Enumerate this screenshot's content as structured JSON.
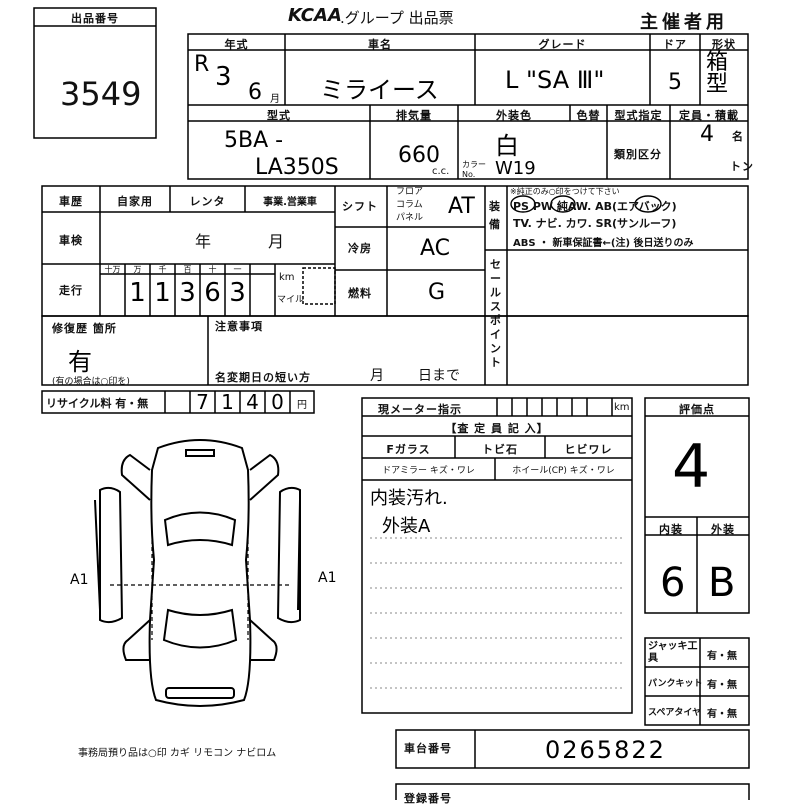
{
  "header": {
    "lot_label": "出品番号",
    "lot_number": "3549",
    "logo": "KCAA",
    "title": ".グループ 出品票",
    "organizer": "主催者用"
  },
  "vehicle": {
    "year_label": "年式",
    "year_era": "R",
    "year_value": "3",
    "month_value": "6",
    "month_unit": "月",
    "name_label": "車名",
    "name_value": "ミライース",
    "grade_label": "グレード",
    "grade_value": "L \"SA Ⅲ\"",
    "doors_label": "ドア",
    "doors_value": "5",
    "body_label": "形状",
    "body_value": "箱型",
    "model_label": "型式",
    "model_value_1": "5BA -",
    "model_value_2": "LA350S",
    "disp_label": "排気量",
    "disp_value": "660",
    "disp_unit": "c.c.",
    "color_label": "外装色",
    "color_value": "白",
    "color_no_label": "カラーNo.",
    "color_no_value": "W19",
    "repaint_label": "色替",
    "type_label": "型式指定",
    "class_label": "類別区分",
    "capacity_label": "定員・積載",
    "capacity_value": "4",
    "capacity_unit": "名",
    "ton_unit": "トン"
  },
  "history": {
    "usage_label": "車歴",
    "private": "自家用",
    "rental": "レンタ",
    "business": "事業.営業車",
    "inspection_label": "車検",
    "year_unit": "年",
    "month_unit": "月",
    "mileage_label": "走行",
    "digit_labels": [
      "十万",
      "万",
      "千",
      "百",
      "十",
      "一"
    ],
    "mileage_digits": [
      "",
      "1",
      "1",
      "3",
      "6",
      "3"
    ],
    "km_label": "km",
    "mile_label": "マイル"
  },
  "equipment": {
    "shift_label": "シフト",
    "shift_opts": [
      "フロア",
      "コラム",
      "パネル"
    ],
    "shift_value": "AT",
    "ac_label": "冷房",
    "ac_value": "AC",
    "fuel_label": "燃料",
    "fuel_value": "G",
    "equip_label": "装備",
    "equip_note": "※純正のみ○印をつけて下さい",
    "equip_line1": "PS PW 純AW. AB(エアバック)",
    "equip_line2": "TV. ナビ. カワ. SR(サンルーフ)",
    "equip_line3": "ABS ・ 新車保証書←(注) 後日送りのみ",
    "sales_point": "セールスポイント"
  },
  "repair": {
    "label": "修復歴 箇所",
    "value": "有",
    "note": "(有の場合は○印を)",
    "caution_label": "注意事項",
    "title_change": "名変期日の短い方",
    "month": "月",
    "day_until": "日まで"
  },
  "recycle": {
    "label": "リサイクル料 有・無",
    "digits": [
      "7",
      "1",
      "4",
      "0"
    ],
    "unit": "円"
  },
  "inspection": {
    "meter_label": "現メーター指示",
    "km": "km",
    "inspector_label": "【査 定 員 記 入】",
    "glass": "Fガラス",
    "chip": "トビ石",
    "crack": "ヒビワレ",
    "mirror": "ドアミラー キズ・ワレ",
    "wheel": "ホイール(CP) キズ・ワレ",
    "comment1": "内装汚れ.",
    "comment2": "外装A"
  },
  "score": {
    "label": "評価点",
    "value": "4",
    "interior_label": "内装",
    "exterior_label": "外装",
    "interior_value": "6",
    "exterior_value": "B"
  },
  "tools": {
    "jack": "ジャッキ工具",
    "puncture": "パンクキット",
    "spare": "スペアタイヤ",
    "yn": "有・無"
  },
  "chassis": {
    "label": "車台番号",
    "value": "0265822"
  },
  "diagram": {
    "mark_left": "A1",
    "mark_right": "A1"
  },
  "footer": {
    "note": "事務局預り品は○印 カギ リモコン ナビロム",
    "reg_label": "登録番号"
  }
}
